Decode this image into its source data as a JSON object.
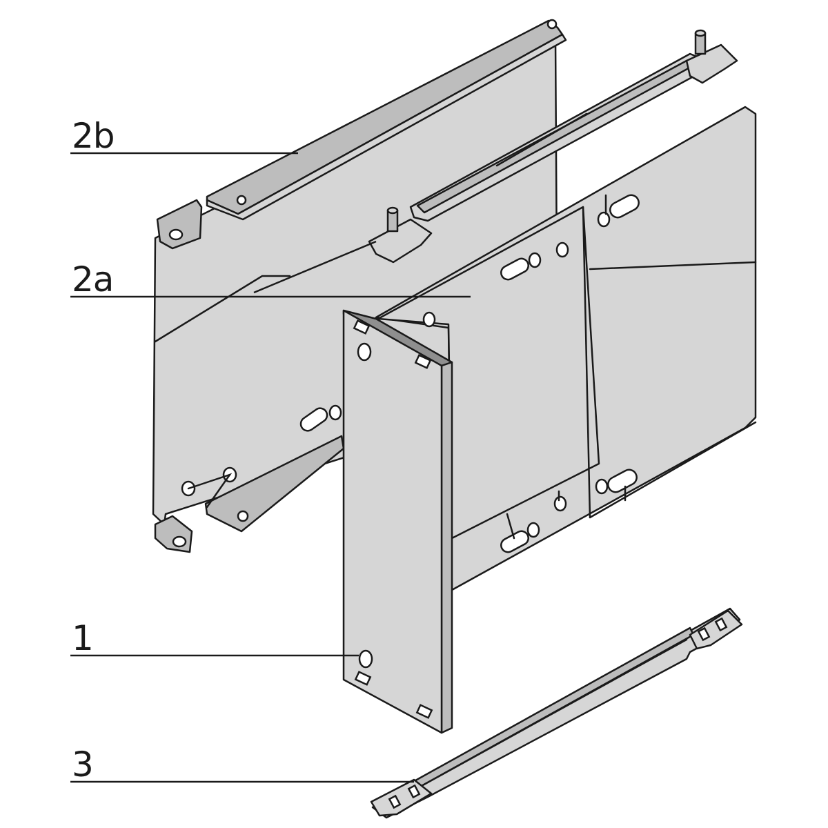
{
  "callouts": [
    {
      "id": "2b",
      "label": "2b"
    },
    {
      "id": "2a",
      "label": "2a"
    },
    {
      "id": "1",
      "label": "1"
    },
    {
      "id": "3",
      "label": "3"
    }
  ],
  "colors": {
    "panel_fill": "#d6d6d6",
    "panel_shadow": "#bdbdbd",
    "edge_fill": "#8f8f8f",
    "outline": "#1a1a1a",
    "background": "#ffffff"
  }
}
